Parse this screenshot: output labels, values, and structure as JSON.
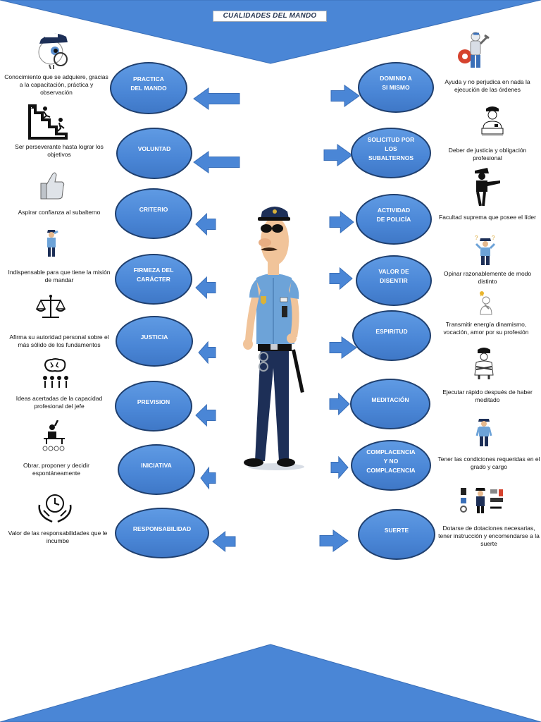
{
  "title": "CUALIDADES DEL MANDO",
  "colors": {
    "accent": "#4a86d6",
    "oval_border": "#1f3f6e",
    "arrow": "#4a86d6"
  },
  "left_items": [
    {
      "label": "PRACTICA\nDEL MANDO",
      "desc": "Conocimiento que se adquiere, gracias a la capacitación, práctica y observación",
      "icon": "police-eyeball-icon"
    },
    {
      "label": "VOLUNTAD",
      "desc": "Ser perseverante hasta lograr los objetivos",
      "icon": "climbing-stairs-icon"
    },
    {
      "label": "CRITERIO",
      "desc": "Aspirar confianza al subalterno",
      "icon": "thumbs-up-icon"
    },
    {
      "label": "FIRMEZA DEL\nCARÁCTER",
      "desc": "Indispensable para que tiene la misión de mandar",
      "icon": "saluting-officer-icon"
    },
    {
      "label": "JUSTICIA",
      "desc": "Afirma su autoridad personal sobre el más sólido de los fundamentos",
      "icon": "scales-icon"
    },
    {
      "label": "PREVISION",
      "desc": "Ideas acertadas de la capacidad profesional del jefe",
      "icon": "brainstorm-icon"
    },
    {
      "label": "INICIATIVA",
      "desc": "Obrar, proponer y decidir espontáneamente",
      "icon": "raise-hand-icon"
    },
    {
      "label": "RESPONSABILIDAD",
      "desc": "Valor de las responsabilidades que le incumbe",
      "icon": "hands-clock-icon"
    }
  ],
  "right_items": [
    {
      "label": "DOMINIO A\nSI MISMO",
      "desc": "Ayuda y no perjudica en nada la ejecución de las órdenes",
      "icon": "wrench-robot-icon"
    },
    {
      "label": "SOLICITUD POR\nLOS\nSUBALTERNOS",
      "desc": "Deber de justicia y obligación profesional",
      "icon": "officer-desk-icon"
    },
    {
      "label": "ACTIVIDAD\nDE POLICÍA",
      "desc": "Facultad suprema que posee el líder",
      "icon": "pointing-officer-icon"
    },
    {
      "label": "VALOR DE\nDISENTIR",
      "desc": "Opinar razonablemente de modo distinto",
      "icon": "questioning-officer-icon"
    },
    {
      "label": "ESPIRITUD",
      "desc": "Transmitir energía dinamismo, vocación, amor por su profesión",
      "icon": "thinking-person-icon"
    },
    {
      "label": "MEDITACIÓN",
      "desc": "Ejecutar rápido después de haber meditado",
      "icon": "arms-crossed-officer-icon"
    },
    {
      "label": "COMPLACENCIA\nY NO\nCOMPLACENCIA",
      "desc": "Tener las condiciones requeridas en el grado y cargo",
      "icon": "standing-officer-icon"
    },
    {
      "label": "SUERTE",
      "desc": "Dotarse de dotaciones necesarias, tener instrucción y encomendarse a la suerte",
      "icon": "police-equipment-icon"
    }
  ],
  "center_figure": "police-officer-icon"
}
